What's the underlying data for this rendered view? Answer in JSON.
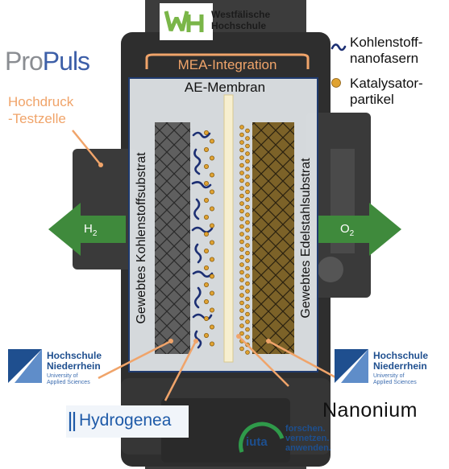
{
  "logos": {
    "westfaelische": {
      "line1": "Westfälische",
      "line2": "Hochschule"
    },
    "propuls": {
      "part1": "Pro",
      "part2": "Puls"
    },
    "hsn_left": {
      "line1": "Hochschule",
      "line2": "Niederrhein",
      "sub1": "University of",
      "sub2": "Applied Sciences"
    },
    "hsn_right": {
      "line1": "Hochschule",
      "line2": "Niederrhein",
      "sub1": "University of",
      "sub2": "Applied Sciences"
    },
    "hydrogenea": {
      "text": "Hydrogenea"
    },
    "nanonium": {
      "text": "Nanonium"
    },
    "iuta": {
      "name": "iuta",
      "tag1": "forschen.",
      "tag2": "vernetzen.",
      "tag3": "anwenden."
    }
  },
  "labels": {
    "test_cell_line1": "Hochdruck",
    "test_cell_line2": "-Testzelle",
    "mea": "MEA-Integration",
    "membrane": "AE-Membran",
    "left_substrate": "Gewebtes Kohlenstoffsubstrat",
    "right_substrate": "Gewebtes Edelstahlsubstrat",
    "h2_main": "H",
    "h2_sub": "2",
    "o2_main": "O",
    "o2_sub": "2"
  },
  "legend": {
    "fiber_line1": "Kohlenstoff-",
    "fiber_line2": "nanofasern",
    "particle_line1": "Katalysator-",
    "particle_line2": "partikel"
  },
  "colors": {
    "accent_orange": "#f0a46a",
    "arrow_green": "#3f8a3c",
    "fiber_blue": "#1c2f73",
    "particle_gold": "#e0a332",
    "carbon_grey": "#606060",
    "steel_brown": "#7c6228",
    "hsn_blue": "#1f4f8f",
    "iuta_green": "#2f9a4a"
  }
}
